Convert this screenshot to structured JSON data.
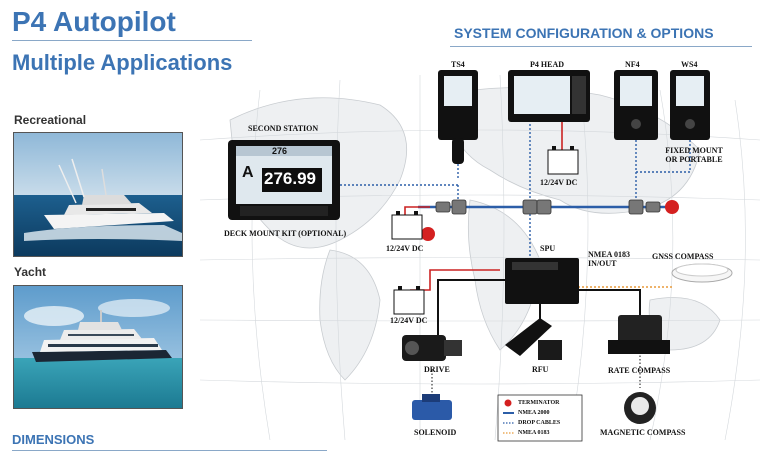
{
  "header": {
    "title": "P4 Autopilot",
    "subtitle": "Multiple Applications",
    "section": "SYSTEM CONFIGURATION & OPTIONS"
  },
  "applications": [
    {
      "label": "Recreational"
    },
    {
      "label": "Yacht"
    }
  ],
  "footer": {
    "dimensions": "DIMENSIONS"
  },
  "components": {
    "ts4": "TS4",
    "p4_head": "P4 HEAD",
    "nf4": "NF4",
    "ws4": "WS4",
    "second_station": "SECOND STATION",
    "deck_mount": "DECK MOUNT KIT (OPTIONAL)",
    "fixed_mount_1": "FIXED MOUNT",
    "fixed_mount_2": "OR PORTABLE",
    "power_top": "12/24V DC",
    "power_left": "12/24V DC",
    "power_lower": "12/24V DC",
    "spu": "SPU",
    "nmea0183_1": "NMEA 0183",
    "nmea0183_2": "IN/OUT",
    "gnss": "GNSS COMPASS",
    "drive": "DRIVE",
    "rfu": "RFU",
    "rate_compass": "RATE COMPASS",
    "solenoid": "SOLENOID",
    "magnetic_compass": "MAGNETIC COMPASS"
  },
  "screens": {
    "big_mode": "A",
    "big_heading": "276.99",
    "big_top": "276"
  },
  "legend": {
    "terminator": "TERMINATOR",
    "nmea2000": "NMEA 2000",
    "drop_cables": "DROP CABLES",
    "nmea0183": "NMEA 0183"
  },
  "colors": {
    "title": "#3c74b4",
    "nmea2000": "#2c5ea8",
    "drop_cables": "#2c5ea8",
    "nmea0183": "#e89a3a",
    "power": "#cc2222",
    "terminator": "#d42020"
  }
}
